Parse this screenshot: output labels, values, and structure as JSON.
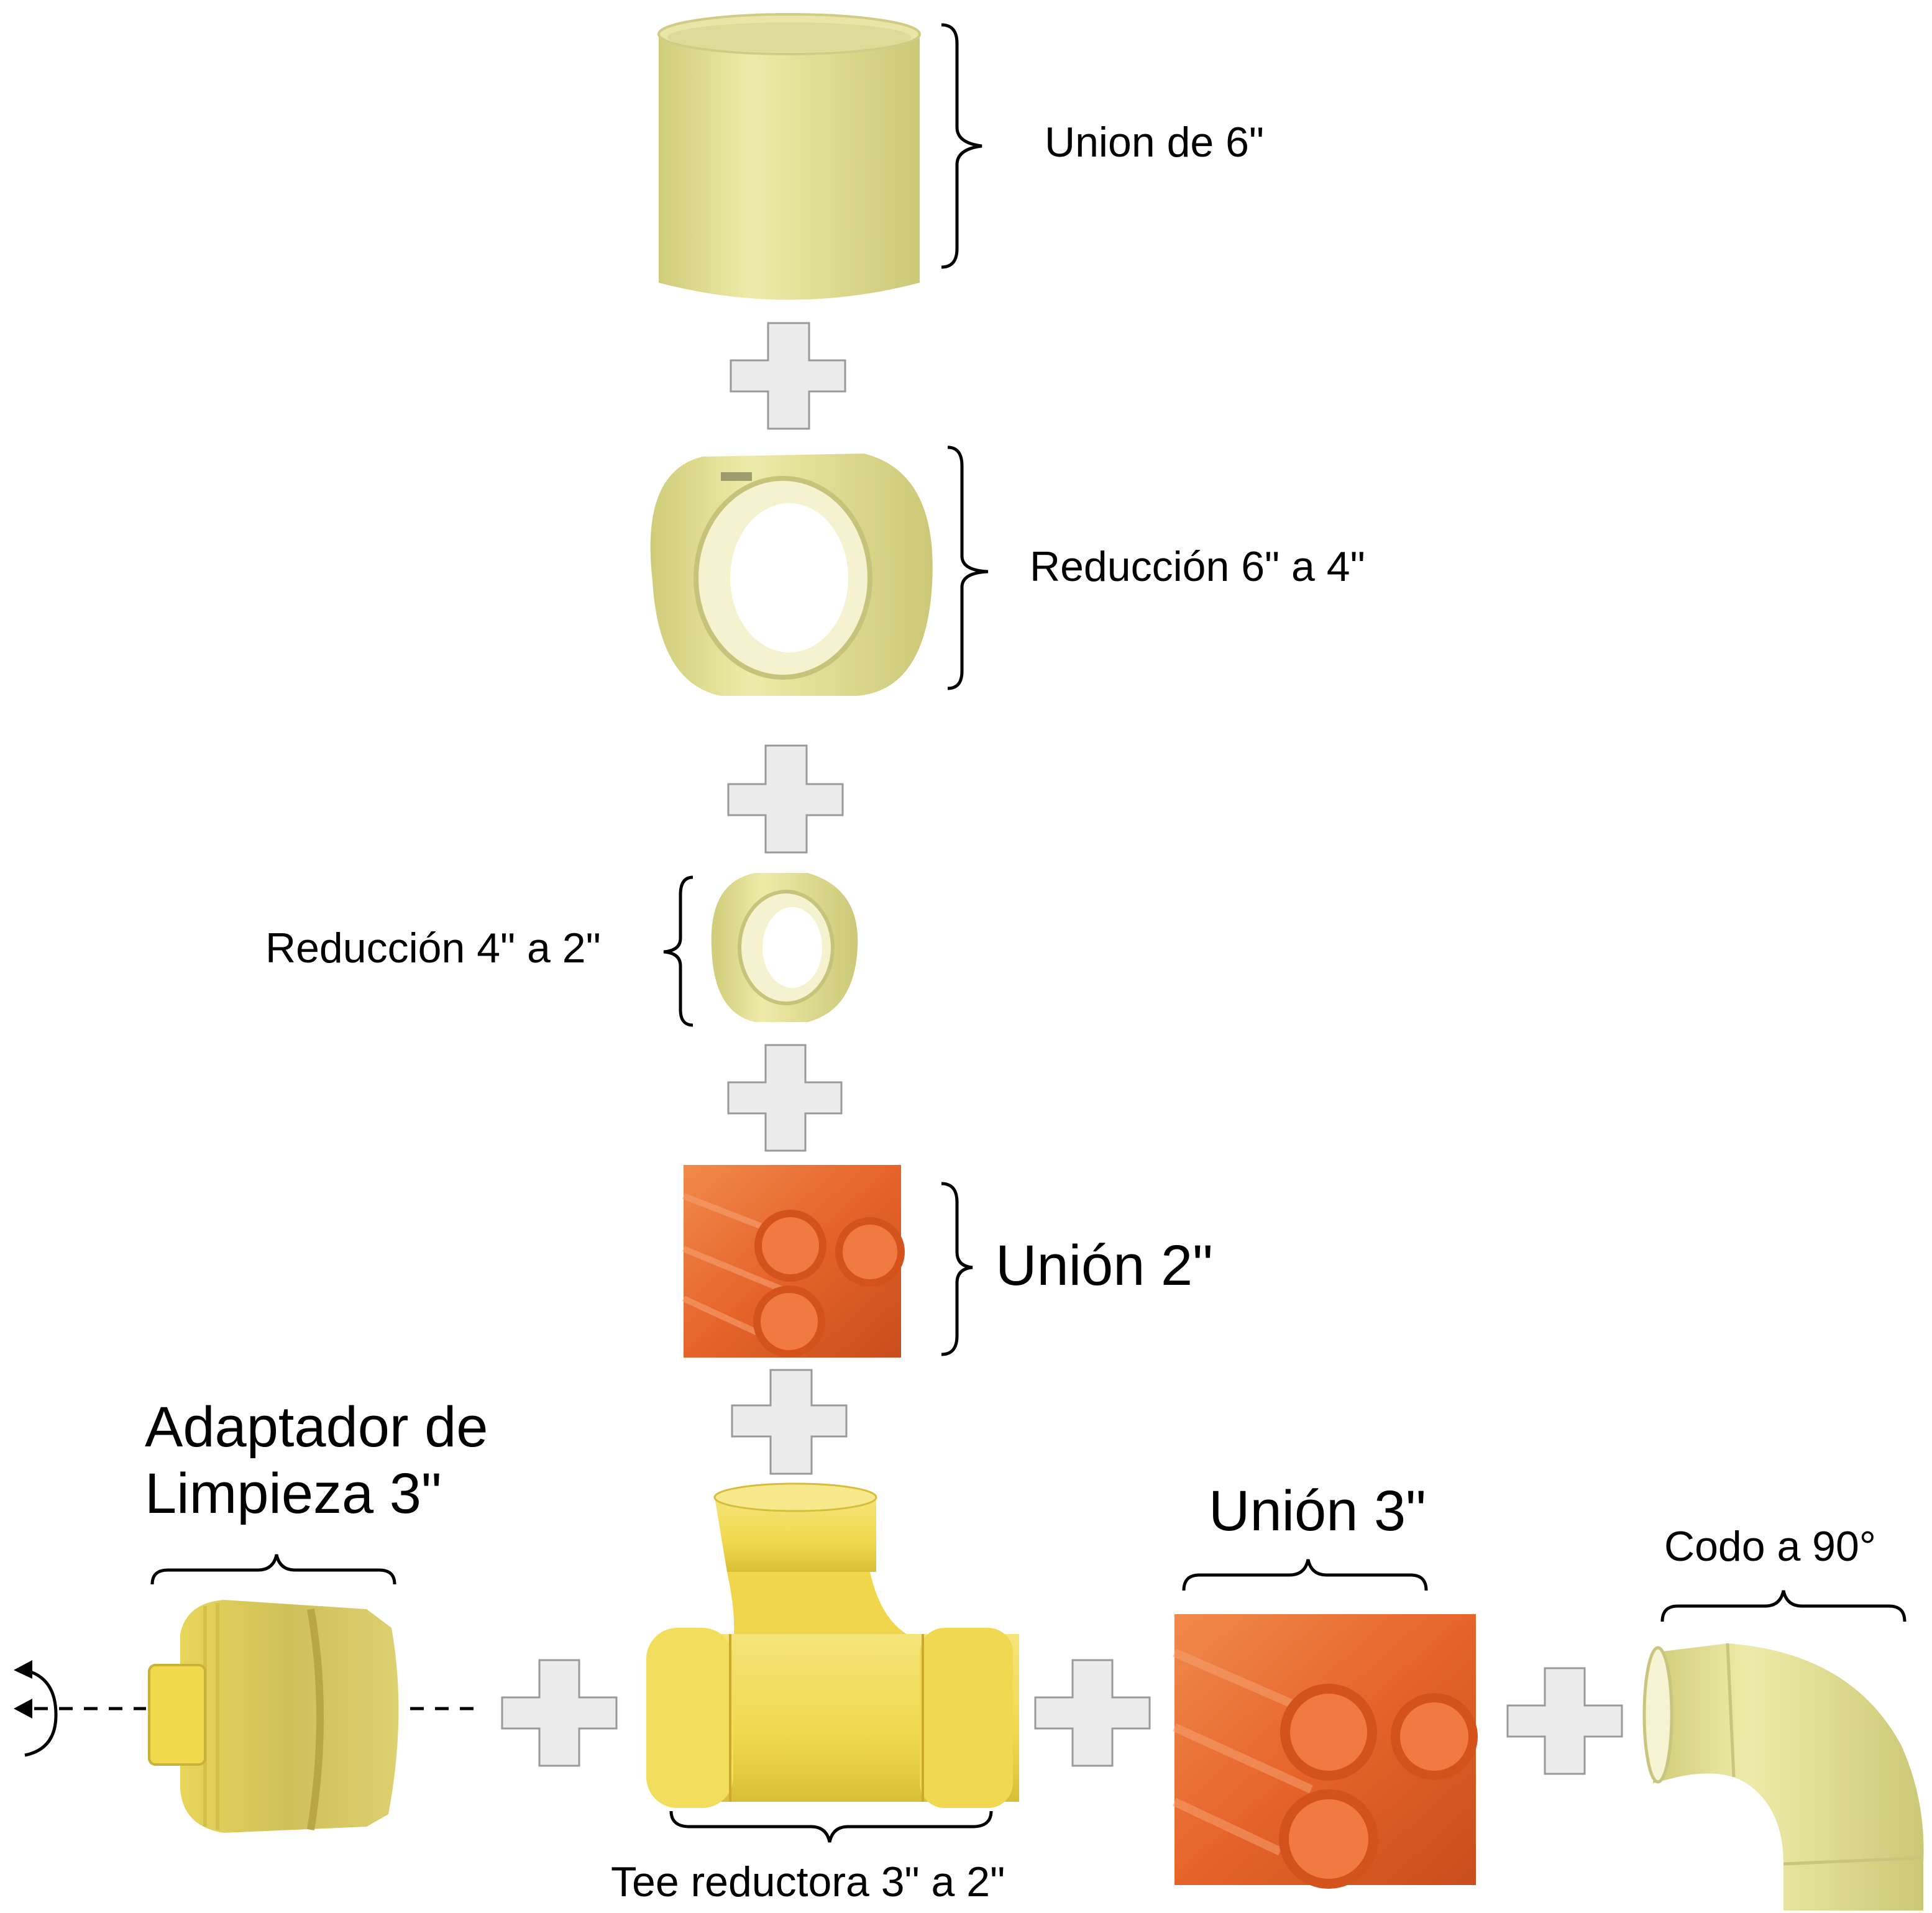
{
  "labels": {
    "union_6": "Union de 6\"",
    "reduccion_6_4": "Reducción 6\" a 4\"",
    "reduccion_4_2": "Reducción 4\" a 2\"",
    "union_2": "Unión 2\"",
    "adaptador_line1": "Adaptador de",
    "adaptador_line2": "Limpieza 3\"",
    "union_3": "Unión 3\"",
    "codo_90": "Codo a 90°",
    "tee_reductora": "Tee reductora 3\" a 2\""
  },
  "colors": {
    "fitting_cream": "#e5e29a",
    "fitting_yellow": "#f2dc55",
    "pipe_orange": "#e8672c",
    "plus_sign": "#ececec",
    "brace": "#000000"
  }
}
